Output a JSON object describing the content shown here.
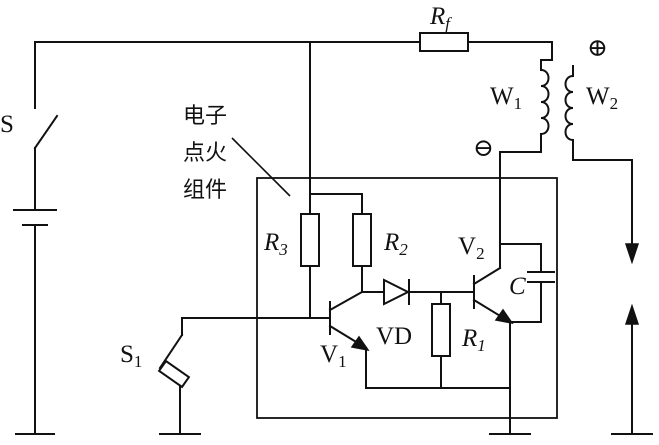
{
  "labels": {
    "rf": "R",
    "rf_sub": "f",
    "w1": "W",
    "w1_sub": "1",
    "w2": "W",
    "w2_sub": "2",
    "plus": "⊕",
    "minus": "⊖",
    "s": "S",
    "s1": "S",
    "s1_sub": "1",
    "module_line1": "电子",
    "module_line2": "点火",
    "module_line3": "组件",
    "r3": "R",
    "r3_sub": "3",
    "r2": "R",
    "r2_sub": "2",
    "r1": "R",
    "r1_sub": "1",
    "v1": "V",
    "v1_sub": "1",
    "v2": "V",
    "v2_sub": "2",
    "vd": "VD",
    "c": "C"
  }
}
